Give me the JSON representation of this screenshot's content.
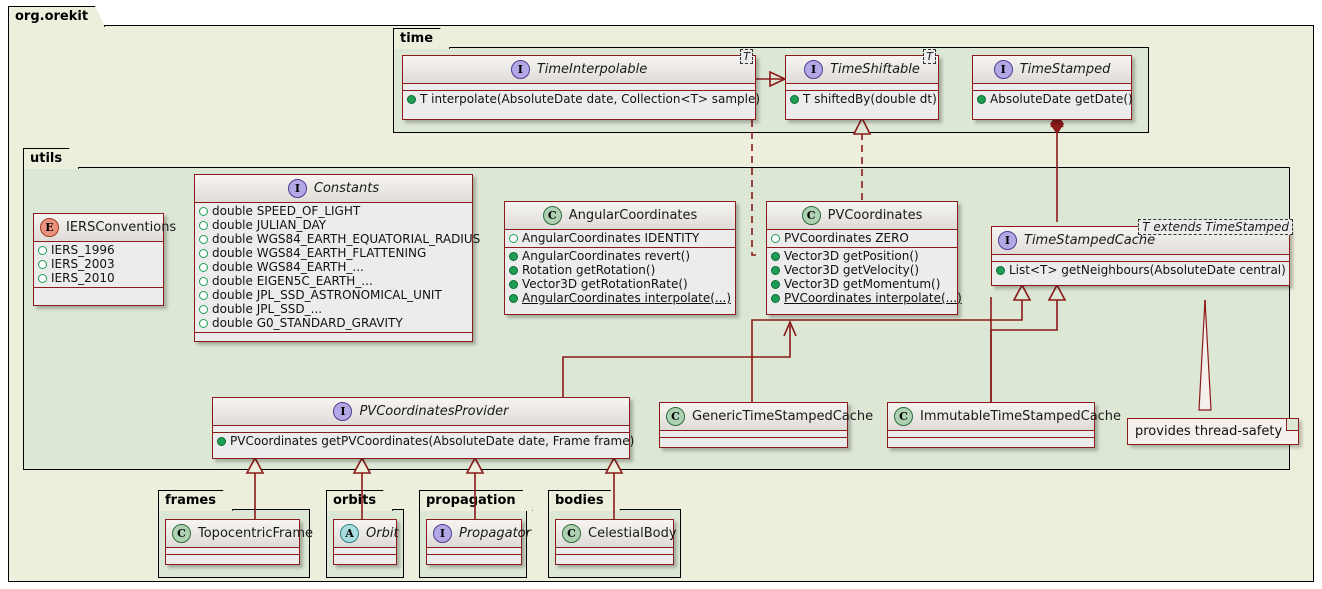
{
  "diagram": {
    "title": "org.orekit package class diagram",
    "colors": {
      "outer_package_bg": "#EEEEDD",
      "inner_package_bg": "#DDE7D5",
      "class_border": "#8B1A1A",
      "class_body_bg": "#ECECEC",
      "interface_marker": "#B4A7E5",
      "class_marker": "#ADD1B2",
      "abstract_marker": "#A9DCDF",
      "enum_marker": "#EB937F"
    }
  },
  "packages": {
    "root": {
      "label": "org.orekit"
    },
    "time": {
      "label": "time"
    },
    "utils": {
      "label": "utils"
    },
    "frames": {
      "label": "frames"
    },
    "orbits": {
      "label": "orbits"
    },
    "propagation": {
      "label": "propagation"
    },
    "bodies": {
      "label": "bodies"
    }
  },
  "classes": {
    "time_interpolable": {
      "name": "TimeInterpolable",
      "stereotype": "I",
      "kind": "interface",
      "type_param": "T",
      "fields": [],
      "methods": [
        {
          "visibility": "public",
          "text": "T interpolate(AbsoluteDate date, Collection<T> sample)",
          "static": false
        }
      ]
    },
    "time_shiftable": {
      "name": "TimeShiftable",
      "stereotype": "I",
      "kind": "interface",
      "type_param": "T",
      "fields": [],
      "methods": [
        {
          "visibility": "public",
          "text": "T shiftedBy(double dt)",
          "static": false
        }
      ]
    },
    "time_stamped": {
      "name": "TimeStamped",
      "stereotype": "I",
      "kind": "interface",
      "type_param": null,
      "fields": [],
      "methods": [
        {
          "visibility": "public",
          "text": "AbsoluteDate getDate()",
          "static": false
        }
      ]
    },
    "iers_conventions": {
      "name": "IERSConventions",
      "stereotype": "E",
      "kind": "enum",
      "type_param": null,
      "fields": [
        {
          "visibility": "static",
          "text": "IERS_1996"
        },
        {
          "visibility": "static",
          "text": "IERS_2003"
        },
        {
          "visibility": "static",
          "text": "IERS_2010"
        }
      ],
      "methods": []
    },
    "constants": {
      "name": "Constants",
      "stereotype": "I",
      "kind": "interface",
      "type_param": null,
      "fields": [
        {
          "visibility": "static",
          "text": "double SPEED_OF_LIGHT"
        },
        {
          "visibility": "static",
          "text": "double JULIAN_DAY"
        },
        {
          "visibility": "static",
          "text": "double WGS84_EARTH_EQUATORIAL_RADIUS"
        },
        {
          "visibility": "static",
          "text": "double WGS84_EARTH_FLATTENING"
        },
        {
          "visibility": "static",
          "text": "double WGS84_EARTH_..."
        },
        {
          "visibility": "static",
          "text": "double EIGEN5C_EARTH_..."
        },
        {
          "visibility": "static",
          "text": "double JPL_SSD_ASTRONOMICAL_UNIT"
        },
        {
          "visibility": "static",
          "text": "double JPL_SSD_..."
        },
        {
          "visibility": "static",
          "text": "double G0_STANDARD_GRAVITY"
        }
      ],
      "methods": []
    },
    "angular_coordinates": {
      "name": "AngularCoordinates",
      "stereotype": "C",
      "kind": "class",
      "type_param": null,
      "fields": [
        {
          "visibility": "static",
          "text": "AngularCoordinates IDENTITY"
        }
      ],
      "methods": [
        {
          "visibility": "public",
          "text": "AngularCoordinates revert()",
          "static": false
        },
        {
          "visibility": "public",
          "text": "Rotation getRotation()",
          "static": false
        },
        {
          "visibility": "public",
          "text": "Vector3D getRotationRate()",
          "static": false
        },
        {
          "visibility": "public",
          "text": "AngularCoordinates interpolate(...)",
          "static": true
        }
      ]
    },
    "pv_coordinates": {
      "name": "PVCoordinates",
      "stereotype": "C",
      "kind": "class",
      "type_param": null,
      "fields": [
        {
          "visibility": "static",
          "text": "PVCoordinates ZERO"
        }
      ],
      "methods": [
        {
          "visibility": "public",
          "text": "Vector3D getPosition()",
          "static": false
        },
        {
          "visibility": "public",
          "text": "Vector3D getVelocity()",
          "static": false
        },
        {
          "visibility": "public",
          "text": "Vector3D getMomentum()",
          "static": false
        },
        {
          "visibility": "public",
          "text": "PVCoordinates interpolate(...)",
          "static": true
        }
      ]
    },
    "time_stamped_cache": {
      "name": "TimeStampedCache",
      "stereotype": "I",
      "kind": "interface",
      "type_param": "T extends TimeStamped",
      "fields": [],
      "methods": [
        {
          "visibility": "public",
          "text": "List<T> getNeighbours(AbsoluteDate central)",
          "static": false
        }
      ]
    },
    "pv_coordinates_provider": {
      "name": "PVCoordinatesProvider",
      "stereotype": "I",
      "kind": "interface",
      "type_param": null,
      "fields": [],
      "methods": [
        {
          "visibility": "public",
          "text": "PVCoordinates getPVCoordinates(AbsoluteDate date, Frame frame)",
          "static": false
        }
      ]
    },
    "generic_time_stamped_cache": {
      "name": "GenericTimeStampedCache",
      "stereotype": "C",
      "kind": "class",
      "type_param": null,
      "fields": [],
      "methods": []
    },
    "immutable_time_stamped_cache": {
      "name": "ImmutableTimeStampedCache",
      "stereotype": "C",
      "kind": "class",
      "type_param": null,
      "fields": [],
      "methods": []
    },
    "topocentric_frame": {
      "name": "TopocentricFrame",
      "stereotype": "C",
      "kind": "class",
      "type_param": null,
      "fields": [],
      "methods": []
    },
    "orbit": {
      "name": "Orbit",
      "stereotype": "A",
      "kind": "abstract",
      "type_param": null,
      "fields": [],
      "methods": []
    },
    "propagator": {
      "name": "Propagator",
      "stereotype": "I",
      "kind": "interface",
      "type_param": null,
      "fields": [],
      "methods": []
    },
    "celestial_body": {
      "name": "CelestialBody",
      "stereotype": "C",
      "kind": "class",
      "type_param": null,
      "fields": [],
      "methods": []
    }
  },
  "notes": {
    "thread_safety": {
      "text": "provides thread-safety"
    }
  },
  "relations": [
    {
      "from": "TimeInterpolable",
      "to": "TimeShiftable",
      "type": "dependency"
    },
    {
      "from": "AngularCoordinates",
      "to": "TimeShiftable",
      "type": "realization"
    },
    {
      "from": "PVCoordinates",
      "to": "TimeShiftable",
      "type": "realization"
    },
    {
      "from": "TimeStampedCache",
      "to": "TimeStamped",
      "type": "composition"
    },
    {
      "from": "GenericTimeStampedCache",
      "to": "TimeStampedCache",
      "type": "inheritance"
    },
    {
      "from": "ImmutableTimeStampedCache",
      "to": "TimeStampedCache",
      "type": "inheritance"
    },
    {
      "from": "PVCoordinatesProvider",
      "to": "PVCoordinates",
      "type": "association"
    },
    {
      "from": "TopocentricFrame",
      "to": "PVCoordinatesProvider",
      "type": "inheritance"
    },
    {
      "from": "Orbit",
      "to": "PVCoordinatesProvider",
      "type": "inheritance"
    },
    {
      "from": "Propagator",
      "to": "PVCoordinatesProvider",
      "type": "inheritance"
    },
    {
      "from": "CelestialBody",
      "to": "PVCoordinatesProvider",
      "type": "inheritance"
    },
    {
      "from": "ImmutableTimeStampedCache",
      "to": "provides thread-safety",
      "type": "note-link"
    }
  ]
}
